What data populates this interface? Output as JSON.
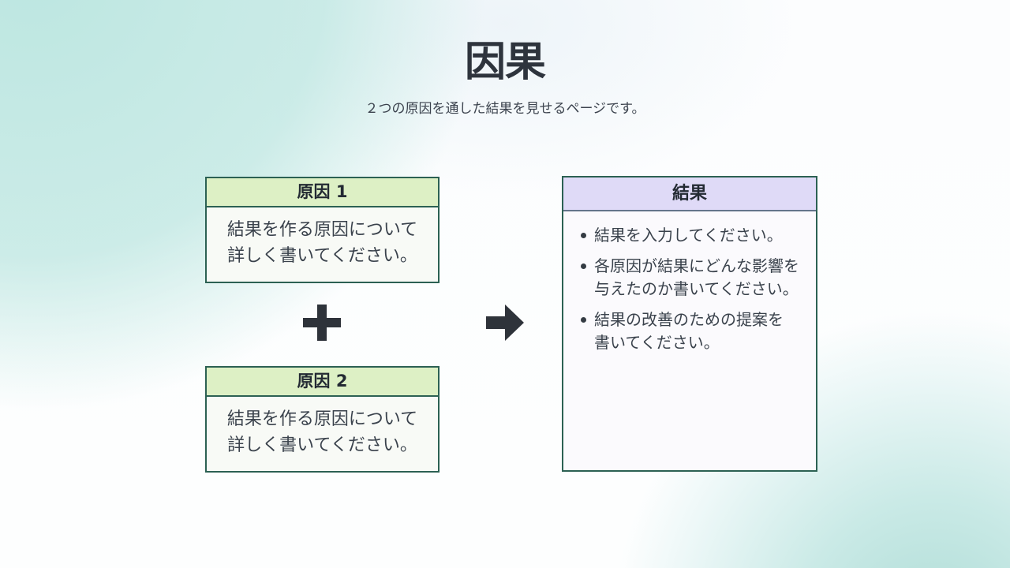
{
  "page": {
    "title": "因果",
    "subtitle": "２つの原因を通した結果を見せるページです。"
  },
  "causes": [
    {
      "title": "原因 1",
      "body": "結果を作る原因について\n詳しく書いてください。"
    },
    {
      "title": "原因 2",
      "body": "結果を作る原因について\n詳しく書いてください。"
    }
  ],
  "operators": {
    "plus": "plus-icon",
    "arrow": "arrow-right-icon"
  },
  "result": {
    "title": "結果",
    "bullets": [
      "結果を入力してください。",
      "各原因が結果にどんな影響を\n与えたのか書いてください。",
      "結果の改善のための提案を\n書いてください。"
    ]
  },
  "palette": {
    "cause_header_bg": "#ddf0c5",
    "box_border": "#2c6153",
    "result_header_bg": "#dfdaf7",
    "result_divider": "#64748b",
    "operator_color": "#2e333a",
    "bg_mint": "#b9e5df",
    "bg_teal": "#aedcd6",
    "title_color": "#2e343d",
    "body_text_color": "#3a424c"
  }
}
